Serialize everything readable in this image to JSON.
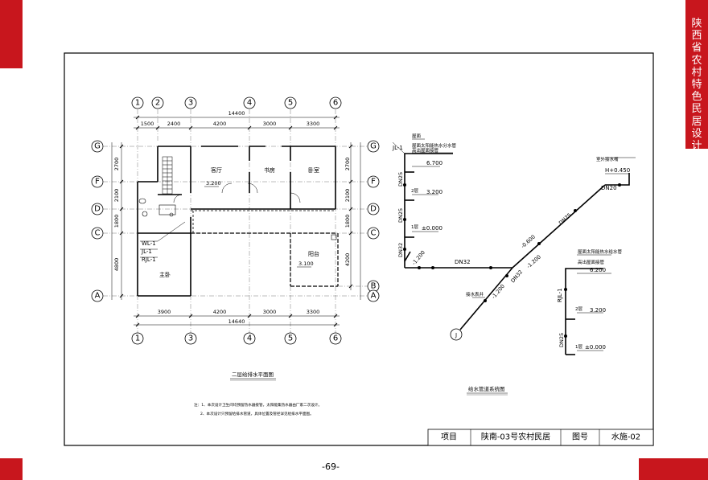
{
  "side_title": "陕西省农村特色民居设计图集",
  "page_number": "-69-",
  "plan": {
    "axes_top": [
      "1",
      "2",
      "3",
      "4",
      "5",
      "6"
    ],
    "axes_left": [
      "G",
      "F",
      "D",
      "C",
      "A"
    ],
    "axes_right": [
      "G",
      "F",
      "D",
      "C",
      "B",
      "A"
    ],
    "dim_total_top": "14400",
    "dims_top": [
      "1500",
      "2400",
      "4200",
      "3000",
      "3300"
    ],
    "dim_total_bottom": "14640",
    "dims_bottom": [
      "3900",
      "4200",
      "3000",
      "3300"
    ],
    "dims_left": [
      "2700",
      "2100",
      "1800",
      "4800"
    ],
    "dims_right": [
      "2700",
      "2100",
      "1800",
      "4200"
    ],
    "rooms": {
      "living": "客厅",
      "study": "书房",
      "bedroom": "卧室",
      "master": "主卧",
      "balcony": "阳台"
    },
    "elev_living": "3.200",
    "elev_balcony": "3.100",
    "pipe_tags": [
      "WL-1",
      "JL-1",
      "RJL-1"
    ],
    "title": "二层给排水平面图",
    "notes": [
      "注：1、本次设计卫生间均预留热水器接管，太阳能集热水器由厂家二次设计。",
      "2、本次设计只预留给排水管道，具体位置及管径详见给排水平面图。"
    ]
  },
  "system": {
    "title": "给水管道系统图",
    "jl_tag": "JL-1",
    "rjl_tag": "RJL-1",
    "roof_label": "屋面",
    "heater_note1": "屋面太阳能热水分水管",
    "heater_note2": "高出屋面接管",
    "heater_note3": "屋面太阳能热水给水管",
    "heater_note4": "高出屋面接管",
    "lvl_6700": "6.700",
    "lvl_3200": "3.200",
    "lvl_0000": "±0.000",
    "lvl_6200": "6.200",
    "lvl_3200b": "3.200",
    "lvl_0000b": "±0.000",
    "lvl_h450": "H+0.450",
    "lvl_m600": "-0.600",
    "lvl_m1200a": "-1.200",
    "lvl_m1200b": "-1.200",
    "lvl_m1200c": "-1.200",
    "dn25a": "DN25",
    "dn25b": "DN25",
    "dn32a": "DN32",
    "dn32b": "DN32",
    "dn20": "DN20",
    "dn25c": "DN25",
    "dn25d": "DN25",
    "dn32c": "DN32",
    "outdoor_tap": "室外接水嘴",
    "meter_label": "接水表井",
    "label_2l": "2层",
    "label_1l": "1层",
    "label_2lb": "2层",
    "label_1lb": "1层",
    "source": "J"
  },
  "titleblock": {
    "item_label": "项目",
    "item_value": "陕南-03号农村民居",
    "no_label": "图号",
    "no_value": "水施-02"
  }
}
